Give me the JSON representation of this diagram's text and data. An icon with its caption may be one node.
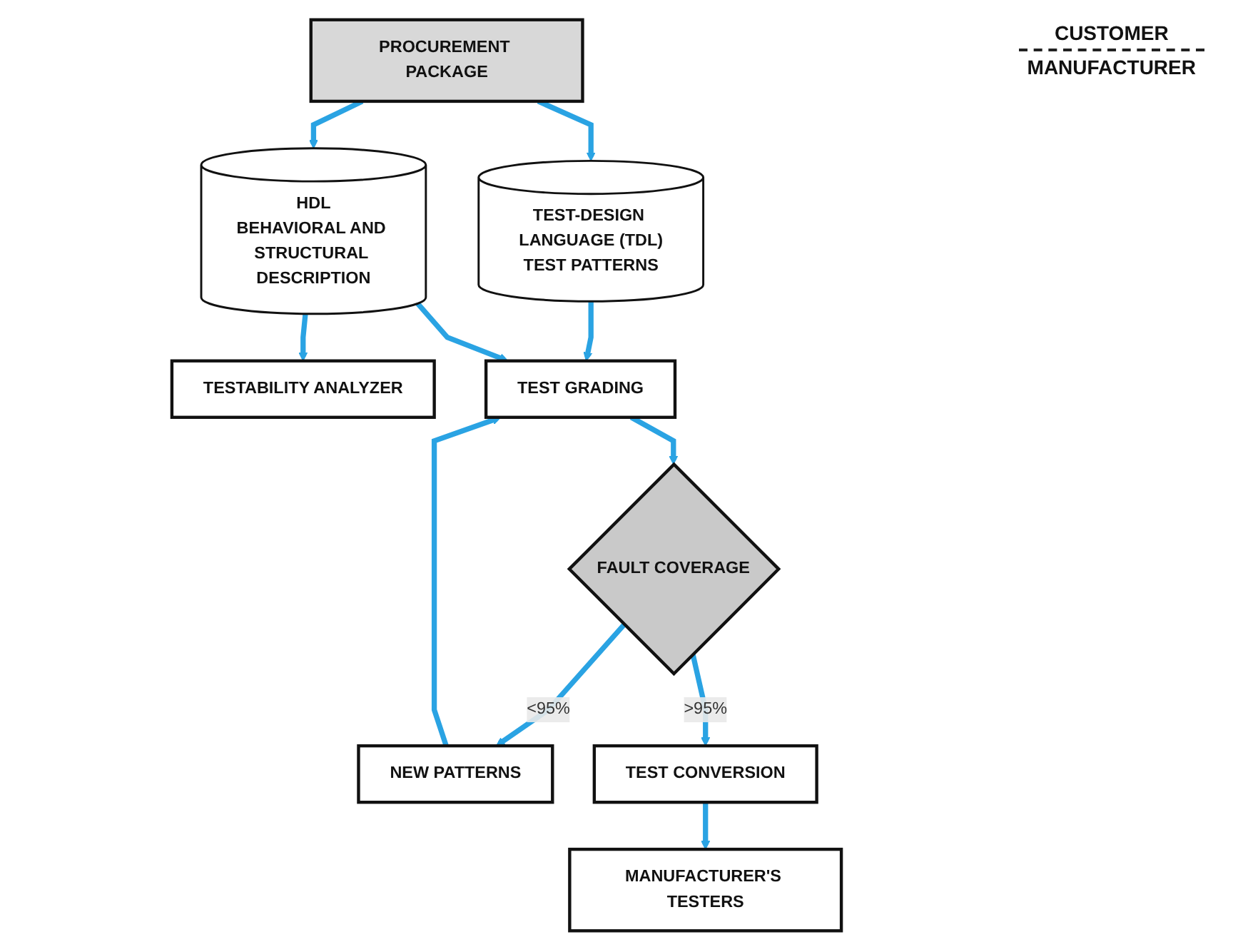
{
  "diagram": {
    "nodes": [
      {
        "text": [
          "PROCUREMENT PACKAGE"
        ]
      },
      {
        "text": [
          "TEST-DESIGN LANGUAGE (TDL)",
          "TEST PATTERNS"
        ]
      },
      {
        "text": [
          "HDL",
          "BEHAVIORAL AND STRUCTURAL DESCRIPTION"
        ]
      },
      {
        "text": [
          "TESTABILITY ANALYZER"
        ]
      },
      {
        "text": [
          "TEST GRADING"
        ]
      },
      {
        "text": [
          "NEW PATTERNS"
        ]
      },
      {
        "text": [
          "FAULT COVERAGE"
        ]
      },
      {
        "text": [
          "TEST CONVERSION"
        ]
      },
      {
        "text": [
          "MANUFACTURER'S TESTERS"
        ]
      }
    ],
    "edges": [
      {
        "from": 0,
        "to": 1,
        "arrow": "to"
      },
      {
        "from": 0,
        "to": 2,
        "arrow": "to"
      },
      {
        "from": 2,
        "to": 3,
        "arrow": "to"
      },
      {
        "from": 1,
        "to": 4,
        "arrow": "to"
      },
      {
        "from": 2,
        "to": 4,
        "arrow": "to"
      },
      {
        "from": 4,
        "to": 6,
        "arrow": "to"
      },
      {
        "from": 6,
        "to": 5,
        "arrow": "to",
        "label": "<95%"
      },
      {
        "from": 5,
        "to": 4,
        "arrow": "to"
      },
      {
        "from": 6,
        "to": 7,
        "arrow": "to",
        "label": ">95%"
      },
      {
        "from": 7,
        "to": 8,
        "arrow": "to"
      }
    ],
    "labels": [
      "CUSTOMER",
      "MANUFACTURER"
    ]
  }
}
